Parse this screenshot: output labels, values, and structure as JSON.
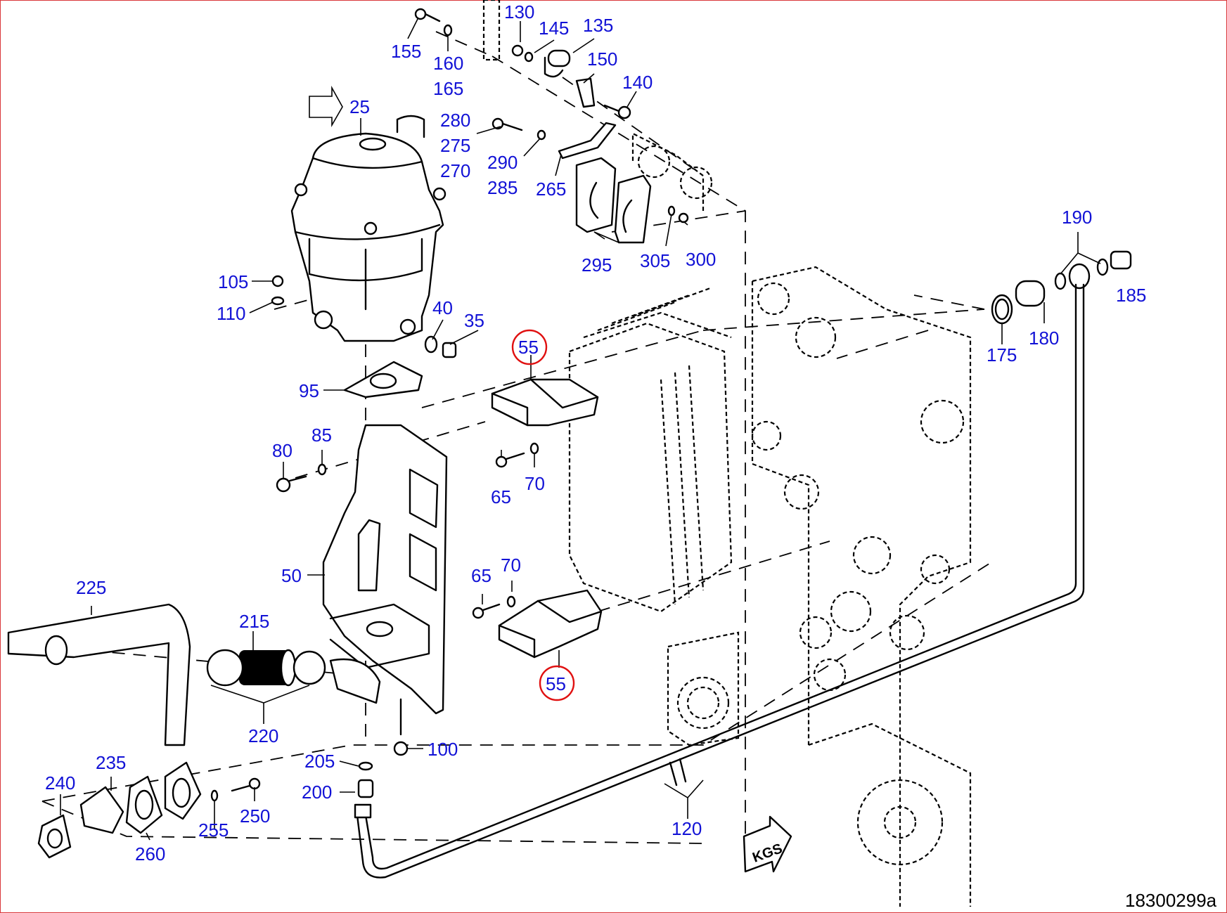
{
  "diagram": {
    "title": "Exploded parts diagram",
    "drawing_number": "18300299a",
    "direction_marker": "KGS",
    "colors": {
      "callout": "#1212d6",
      "highlight": "#e01010",
      "border": "#d9373a",
      "line": "#000000"
    },
    "highlighted_callouts": [
      "55"
    ],
    "callouts": [
      {
        "id": "c130",
        "text": "130"
      },
      {
        "id": "c145",
        "text": "145"
      },
      {
        "id": "c135",
        "text": "135"
      },
      {
        "id": "c155",
        "text": "155"
      },
      {
        "id": "c160",
        "text": "160"
      },
      {
        "id": "c165",
        "text": "165"
      },
      {
        "id": "c150",
        "text": "150"
      },
      {
        "id": "c140",
        "text": "140"
      },
      {
        "id": "c25",
        "text": "25"
      },
      {
        "id": "c280",
        "text": "280"
      },
      {
        "id": "c275",
        "text": "275"
      },
      {
        "id": "c270",
        "text": "270"
      },
      {
        "id": "c290",
        "text": "290"
      },
      {
        "id": "c285",
        "text": "285"
      },
      {
        "id": "c265",
        "text": "265"
      },
      {
        "id": "c295",
        "text": "295"
      },
      {
        "id": "c305",
        "text": "305"
      },
      {
        "id": "c300",
        "text": "300"
      },
      {
        "id": "c190",
        "text": "190"
      },
      {
        "id": "c185",
        "text": "185"
      },
      {
        "id": "c175",
        "text": "175"
      },
      {
        "id": "c180",
        "text": "180"
      },
      {
        "id": "c105",
        "text": "105"
      },
      {
        "id": "c110",
        "text": "110"
      },
      {
        "id": "c40",
        "text": "40"
      },
      {
        "id": "c35",
        "text": "35"
      },
      {
        "id": "c55a",
        "text": "55"
      },
      {
        "id": "c95",
        "text": "95"
      },
      {
        "id": "c80",
        "text": "80"
      },
      {
        "id": "c85",
        "text": "85"
      },
      {
        "id": "c65a",
        "text": "65"
      },
      {
        "id": "c70a",
        "text": "70"
      },
      {
        "id": "c50",
        "text": "50"
      },
      {
        "id": "c65b",
        "text": "65"
      },
      {
        "id": "c70b",
        "text": "70"
      },
      {
        "id": "c225",
        "text": "225"
      },
      {
        "id": "c215",
        "text": "215"
      },
      {
        "id": "c55b",
        "text": "55"
      },
      {
        "id": "c220",
        "text": "220"
      },
      {
        "id": "c100",
        "text": "100"
      },
      {
        "id": "c205",
        "text": "205"
      },
      {
        "id": "c200",
        "text": "200"
      },
      {
        "id": "c235",
        "text": "235"
      },
      {
        "id": "c240",
        "text": "240"
      },
      {
        "id": "c250",
        "text": "250"
      },
      {
        "id": "c255",
        "text": "255"
      },
      {
        "id": "c260",
        "text": "260"
      },
      {
        "id": "c120",
        "text": "120"
      }
    ]
  }
}
